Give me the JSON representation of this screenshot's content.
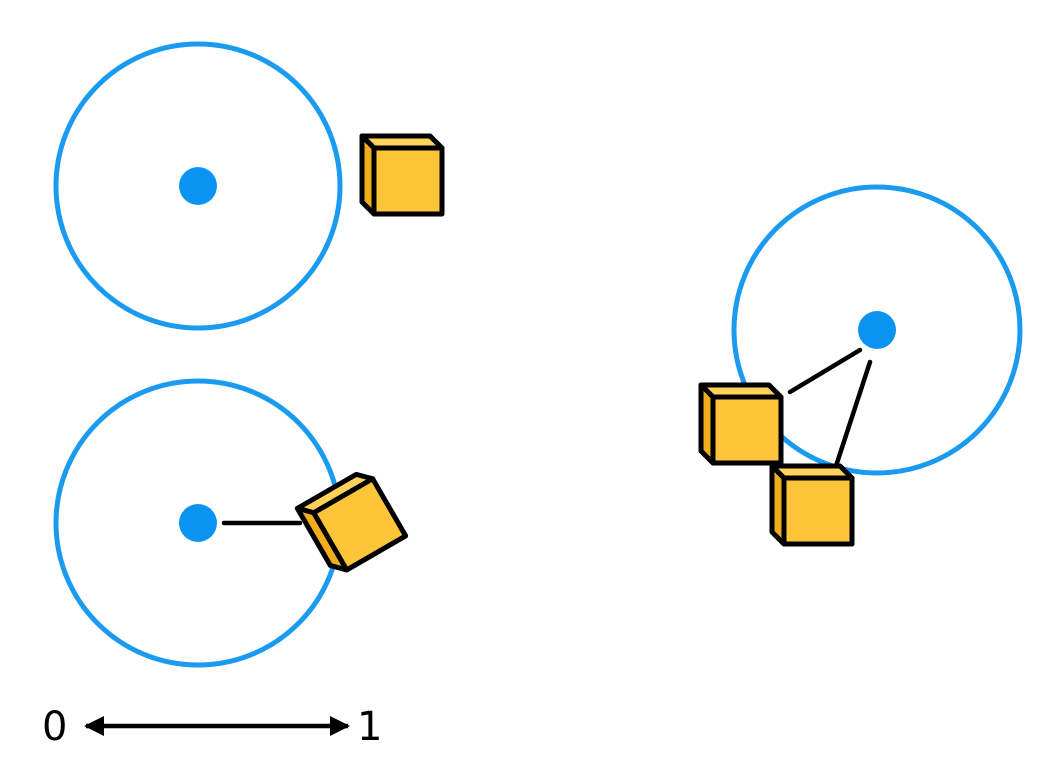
{
  "colors": {
    "range_circle": "#1a9bf0",
    "agent_dot": "#0a94f2",
    "box_fill": "#ffc53a",
    "box_side": "#f2ad1d",
    "outline": "#000000"
  },
  "scale_bar": {
    "start_label": "0",
    "end_label": "1"
  },
  "icons": [
    "agent-dot",
    "range-circle",
    "cube-box",
    "connection-line",
    "double-arrow"
  ],
  "panels": [
    {
      "name": "box-out-of-range",
      "connections": 0
    },
    {
      "name": "box-in-range-single",
      "connections": 1
    },
    {
      "name": "boxes-in-range-pair",
      "connections": 2
    }
  ]
}
